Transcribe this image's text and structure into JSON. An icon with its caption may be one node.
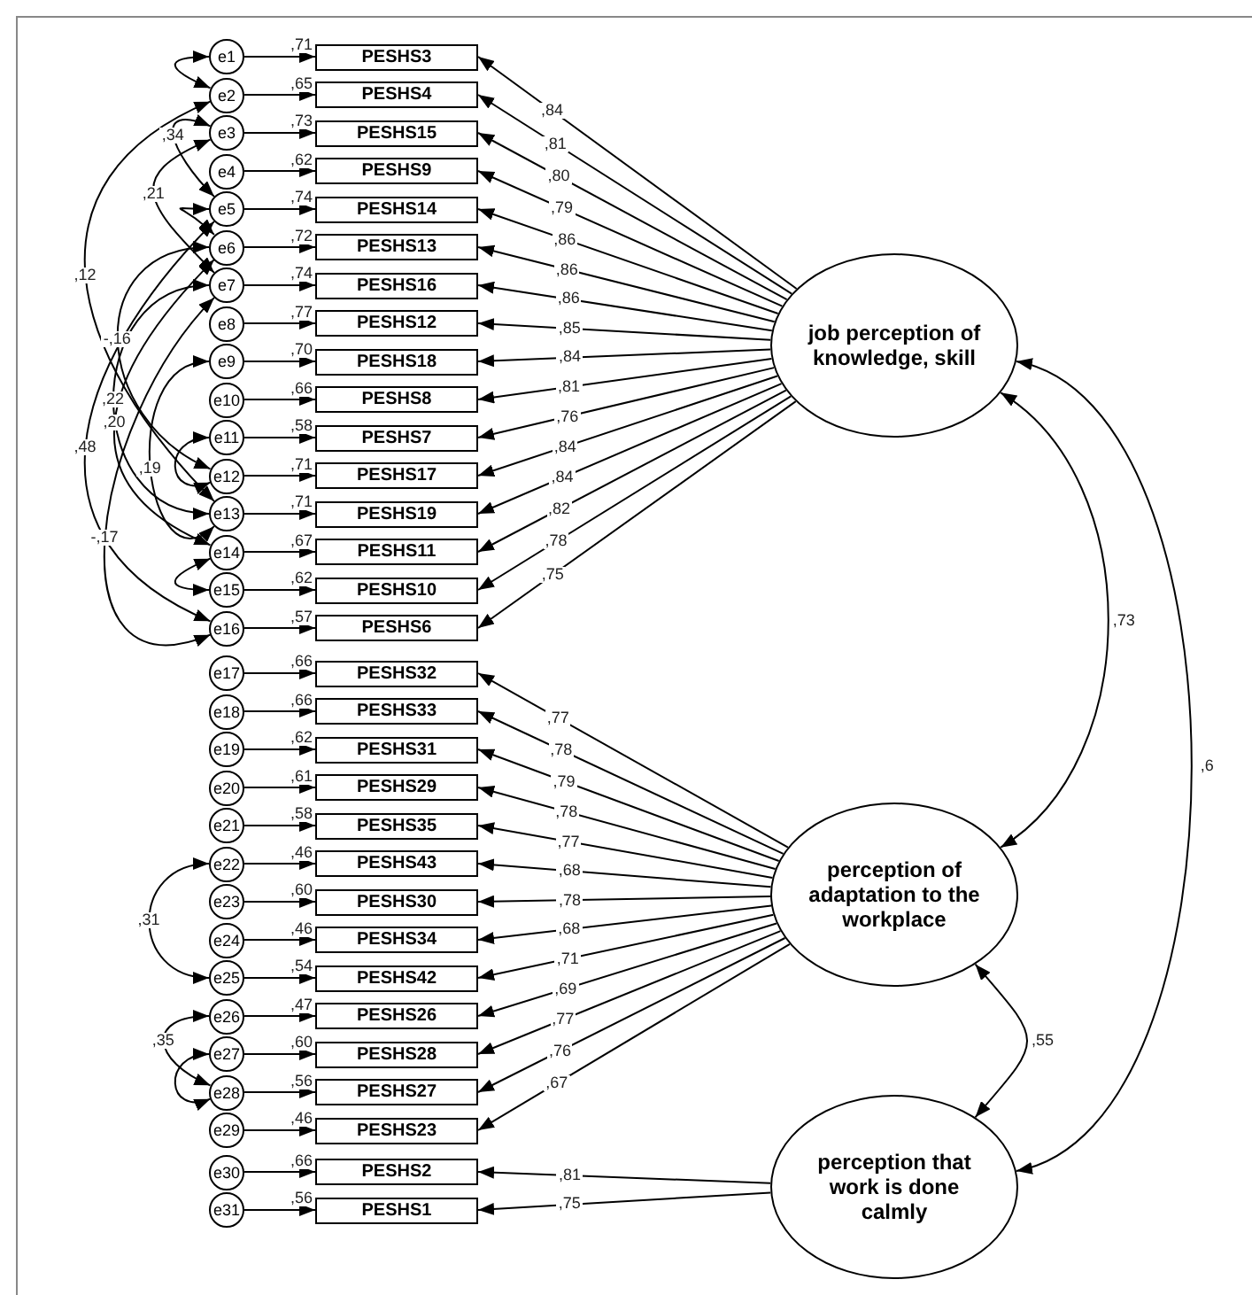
{
  "diagram": {
    "nodes": [
      {
        "text": [
          "e1"
        ]
      },
      {
        "text": [
          "PESHS3"
        ],
        "beside": [
          ",71"
        ]
      },
      {
        "text": [
          "e2"
        ]
      },
      {
        "text": [
          "PESHS4"
        ],
        "beside": [
          ",65"
        ]
      },
      {
        "text": [
          "e3"
        ]
      },
      {
        "text": [
          "PESHS15"
        ],
        "beside": [
          ",73"
        ]
      },
      {
        "text": [
          "e4"
        ]
      },
      {
        "text": [
          "PESHS9"
        ],
        "beside": [
          ",62"
        ]
      },
      {
        "text": [
          "e5"
        ]
      },
      {
        "text": [
          "PESHS14"
        ],
        "beside": [
          ",74"
        ]
      },
      {
        "text": [
          "e6"
        ]
      },
      {
        "text": [
          "PESHS13"
        ],
        "beside": [
          ",72"
        ]
      },
      {
        "text": [
          "e7"
        ]
      },
      {
        "text": [
          "PESHS16"
        ],
        "beside": [
          ",74"
        ]
      },
      {
        "text": [
          "e8"
        ]
      },
      {
        "text": [
          "PESHS12"
        ],
        "beside": [
          ",77"
        ]
      },
      {
        "text": [
          "e9"
        ]
      },
      {
        "text": [
          "PESHS18"
        ],
        "beside": [
          ",70"
        ]
      },
      {
        "text": [
          "e10"
        ]
      },
      {
        "text": [
          "PESHS8"
        ],
        "beside": [
          ",66"
        ]
      },
      {
        "text": [
          "e11"
        ]
      },
      {
        "text": [
          "PESHS7"
        ],
        "beside": [
          ",58"
        ]
      },
      {
        "text": [
          "e12"
        ]
      },
      {
        "text": [
          "PESHS17"
        ],
        "beside": [
          ",71"
        ]
      },
      {
        "text": [
          "e13"
        ]
      },
      {
        "text": [
          "PESHS19"
        ],
        "beside": [
          ",71"
        ]
      },
      {
        "text": [
          "e14"
        ]
      },
      {
        "text": [
          "PESHS11"
        ],
        "beside": [
          ",67"
        ]
      },
      {
        "text": [
          "e15"
        ]
      },
      {
        "text": [
          "PESHS10"
        ],
        "beside": [
          ",62"
        ]
      },
      {
        "text": [
          "e16"
        ]
      },
      {
        "text": [
          "PESHS6"
        ],
        "beside": [
          ",57"
        ]
      },
      {
        "text": [
          "e17"
        ]
      },
      {
        "text": [
          "PESHS32"
        ],
        "beside": [
          ",66"
        ]
      },
      {
        "text": [
          "e18"
        ]
      },
      {
        "text": [
          "PESHS33"
        ],
        "beside": [
          ",66"
        ]
      },
      {
        "text": [
          "e19"
        ]
      },
      {
        "text": [
          "PESHS31"
        ],
        "beside": [
          ",62"
        ]
      },
      {
        "text": [
          "e20"
        ]
      },
      {
        "text": [
          "PESHS29"
        ],
        "beside": [
          ",61"
        ]
      },
      {
        "text": [
          "e21"
        ]
      },
      {
        "text": [
          "PESHS35"
        ],
        "beside": [
          ",58"
        ]
      },
      {
        "text": [
          "e22"
        ]
      },
      {
        "text": [
          "PESHS43"
        ],
        "beside": [
          ",46"
        ]
      },
      {
        "text": [
          "e23"
        ]
      },
      {
        "text": [
          "PESHS30"
        ],
        "beside": [
          ",60"
        ]
      },
      {
        "text": [
          "e24"
        ]
      },
      {
        "text": [
          "PESHS34"
        ],
        "beside": [
          ",46"
        ]
      },
      {
        "text": [
          "e25"
        ]
      },
      {
        "text": [
          "PESHS42"
        ],
        "beside": [
          ",54"
        ]
      },
      {
        "text": [
          "e26"
        ]
      },
      {
        "text": [
          "PESHS26"
        ],
        "beside": [
          ",47"
        ]
      },
      {
        "text": [
          "e27"
        ]
      },
      {
        "text": [
          "PESHS28"
        ],
        "beside": [
          ",60"
        ]
      },
      {
        "text": [
          "e28"
        ]
      },
      {
        "text": [
          "PESHS27"
        ],
        "beside": [
          ",56"
        ]
      },
      {
        "text": [
          "e29"
        ]
      },
      {
        "text": [
          "PESHS23"
        ],
        "beside": [
          ",46"
        ]
      },
      {
        "text": [
          "e30"
        ]
      },
      {
        "text": [
          "PESHS2"
        ],
        "beside": [
          ",66"
        ]
      },
      {
        "text": [
          "e31"
        ]
      },
      {
        "text": [
          "PESHS1"
        ],
        "beside": [
          ",56"
        ]
      },
      {
        "text": [
          "job perception of knowledge, skill"
        ]
      },
      {
        "text": [
          "perception of adaptation to the workplace"
        ]
      },
      {
        "text": [
          "perception that work is done calmly"
        ]
      }
    ],
    "edges": [
      {
        "from": 0,
        "to": 1,
        "arrow": "to"
      },
      {
        "from": 2,
        "to": 3,
        "arrow": "to"
      },
      {
        "from": 4,
        "to": 5,
        "arrow": "to"
      },
      {
        "from": 6,
        "to": 7,
        "arrow": "to"
      },
      {
        "from": 8,
        "to": 9,
        "arrow": "to"
      },
      {
        "from": 10,
        "to": 11,
        "arrow": "to"
      },
      {
        "from": 12,
        "to": 13,
        "arrow": "to"
      },
      {
        "from": 14,
        "to": 15,
        "arrow": "to"
      },
      {
        "from": 16,
        "to": 17,
        "arrow": "to"
      },
      {
        "from": 18,
        "to": 19,
        "arrow": "to"
      },
      {
        "from": 20,
        "to": 21,
        "arrow": "to"
      },
      {
        "from": 22,
        "to": 23,
        "arrow": "to"
      },
      {
        "from": 24,
        "to": 25,
        "arrow": "to"
      },
      {
        "from": 26,
        "to": 27,
        "arrow": "to"
      },
      {
        "from": 28,
        "to": 29,
        "arrow": "to"
      },
      {
        "from": 30,
        "to": 31,
        "arrow": "to"
      },
      {
        "from": 32,
        "to": 33,
        "arrow": "to"
      },
      {
        "from": 34,
        "to": 35,
        "arrow": "to"
      },
      {
        "from": 36,
        "to": 37,
        "arrow": "to"
      },
      {
        "from": 38,
        "to": 39,
        "arrow": "to"
      },
      {
        "from": 40,
        "to": 41,
        "arrow": "to"
      },
      {
        "from": 42,
        "to": 43,
        "arrow": "to"
      },
      {
        "from": 44,
        "to": 45,
        "arrow": "to"
      },
      {
        "from": 46,
        "to": 47,
        "arrow": "to"
      },
      {
        "from": 48,
        "to": 49,
        "arrow": "to"
      },
      {
        "from": 50,
        "to": 51,
        "arrow": "to"
      },
      {
        "from": 52,
        "to": 53,
        "arrow": "to"
      },
      {
        "from": 54,
        "to": 55,
        "arrow": "to"
      },
      {
        "from": 56,
        "to": 57,
        "arrow": "to"
      },
      {
        "from": 58,
        "to": 59,
        "arrow": "to"
      },
      {
        "from": 60,
        "to": 61,
        "arrow": "to"
      },
      {
        "from": 62,
        "to": 1,
        "arrow": "to",
        "label": ",84"
      },
      {
        "from": 62,
        "to": 3,
        "arrow": "to",
        "label": ",81"
      },
      {
        "from": 62,
        "to": 5,
        "arrow": "to",
        "label": ",80"
      },
      {
        "from": 62,
        "to": 7,
        "arrow": "to",
        "label": ",79"
      },
      {
        "from": 62,
        "to": 9,
        "arrow": "to",
        "label": ",86"
      },
      {
        "from": 62,
        "to": 11,
        "arrow": "to",
        "label": ",86"
      },
      {
        "from": 62,
        "to": 13,
        "arrow": "to",
        "label": ",86"
      },
      {
        "from": 62,
        "to": 15,
        "arrow": "to",
        "label": ",85"
      },
      {
        "from": 62,
        "to": 17,
        "arrow": "to",
        "label": ",84"
      },
      {
        "from": 62,
        "to": 19,
        "arrow": "to",
        "label": ",81"
      },
      {
        "from": 62,
        "to": 21,
        "arrow": "to",
        "label": ",76"
      },
      {
        "from": 62,
        "to": 23,
        "arrow": "to",
        "label": ",84"
      },
      {
        "from": 62,
        "to": 25,
        "arrow": "to",
        "label": ",84"
      },
      {
        "from": 62,
        "to": 27,
        "arrow": "to",
        "label": ",82"
      },
      {
        "from": 62,
        "to": 29,
        "arrow": "to",
        "label": ",78"
      },
      {
        "from": 62,
        "to": 31,
        "arrow": "to",
        "label": ",75"
      },
      {
        "from": 63,
        "to": 33,
        "arrow": "to",
        "label": ",77"
      },
      {
        "from": 63,
        "to": 35,
        "arrow": "to",
        "label": ",78"
      },
      {
        "from": 63,
        "to": 37,
        "arrow": "to",
        "label": ",79"
      },
      {
        "from": 63,
        "to": 39,
        "arrow": "to",
        "label": ",78"
      },
      {
        "from": 63,
        "to": 41,
        "arrow": "to",
        "label": ",77"
      },
      {
        "from": 63,
        "to": 43,
        "arrow": "to",
        "label": ",68"
      },
      {
        "from": 63,
        "to": 45,
        "arrow": "to",
        "label": ",78"
      },
      {
        "from": 63,
        "to": 47,
        "arrow": "to",
        "label": ",68"
      },
      {
        "from": 63,
        "to": 49,
        "arrow": "to",
        "label": ",71"
      },
      {
        "from": 63,
        "to": 51,
        "arrow": "to",
        "label": ",69"
      },
      {
        "from": 63,
        "to": 53,
        "arrow": "to",
        "label": ",77"
      },
      {
        "from": 63,
        "to": 55,
        "arrow": "to",
        "label": ",76"
      },
      {
        "from": 63,
        "to": 57,
        "arrow": "to",
        "label": ",67"
      },
      {
        "from": 64,
        "to": 59,
        "arrow": "to",
        "label": ",81"
      },
      {
        "from": 64,
        "to": 61,
        "arrow": "to",
        "label": ",75"
      },
      {
        "from": 62,
        "to": 63,
        "arrow": "both",
        "label": ",73"
      },
      {
        "from": 62,
        "to": 64,
        "arrow": "both",
        "label": ",6"
      },
      {
        "from": 63,
        "to": 64,
        "arrow": "both",
        "label": ",55"
      },
      {
        "from": 0,
        "to": 2,
        "arrow": "both"
      },
      {
        "from": 4,
        "to": 8,
        "arrow": "both",
        "label": ",34"
      },
      {
        "from": 4,
        "to": 12,
        "arrow": "both",
        "label": ",21"
      },
      {
        "from": 2,
        "to": 24,
        "arrow": "both",
        "label": ",12"
      },
      {
        "from": 10,
        "to": 22,
        "arrow": "both",
        "label": "-,16"
      },
      {
        "from": 10,
        "to": 26,
        "arrow": "both",
        "label": ",20"
      },
      {
        "from": 12,
        "to": 24,
        "arrow": "both",
        "label": ",22"
      },
      {
        "from": 16,
        "to": 24,
        "arrow": "both",
        "label": ",19"
      },
      {
        "from": 12,
        "to": 30,
        "arrow": "both",
        "label": "-,17"
      },
      {
        "from": 8,
        "to": 30,
        "arrow": "both",
        "label": ",48"
      },
      {
        "from": 8,
        "to": 10,
        "arrow": "both"
      },
      {
        "from": 20,
        "to": 22,
        "arrow": "both"
      },
      {
        "from": 26,
        "to": 28,
        "arrow": "both"
      },
      {
        "from": 42,
        "to": 48,
        "arrow": "both",
        "label": ",31"
      },
      {
        "from": 50,
        "to": 54,
        "arrow": "both",
        "label": ",35"
      },
      {
        "from": 52,
        "to": 54,
        "arrow": "both"
      }
    ]
  }
}
